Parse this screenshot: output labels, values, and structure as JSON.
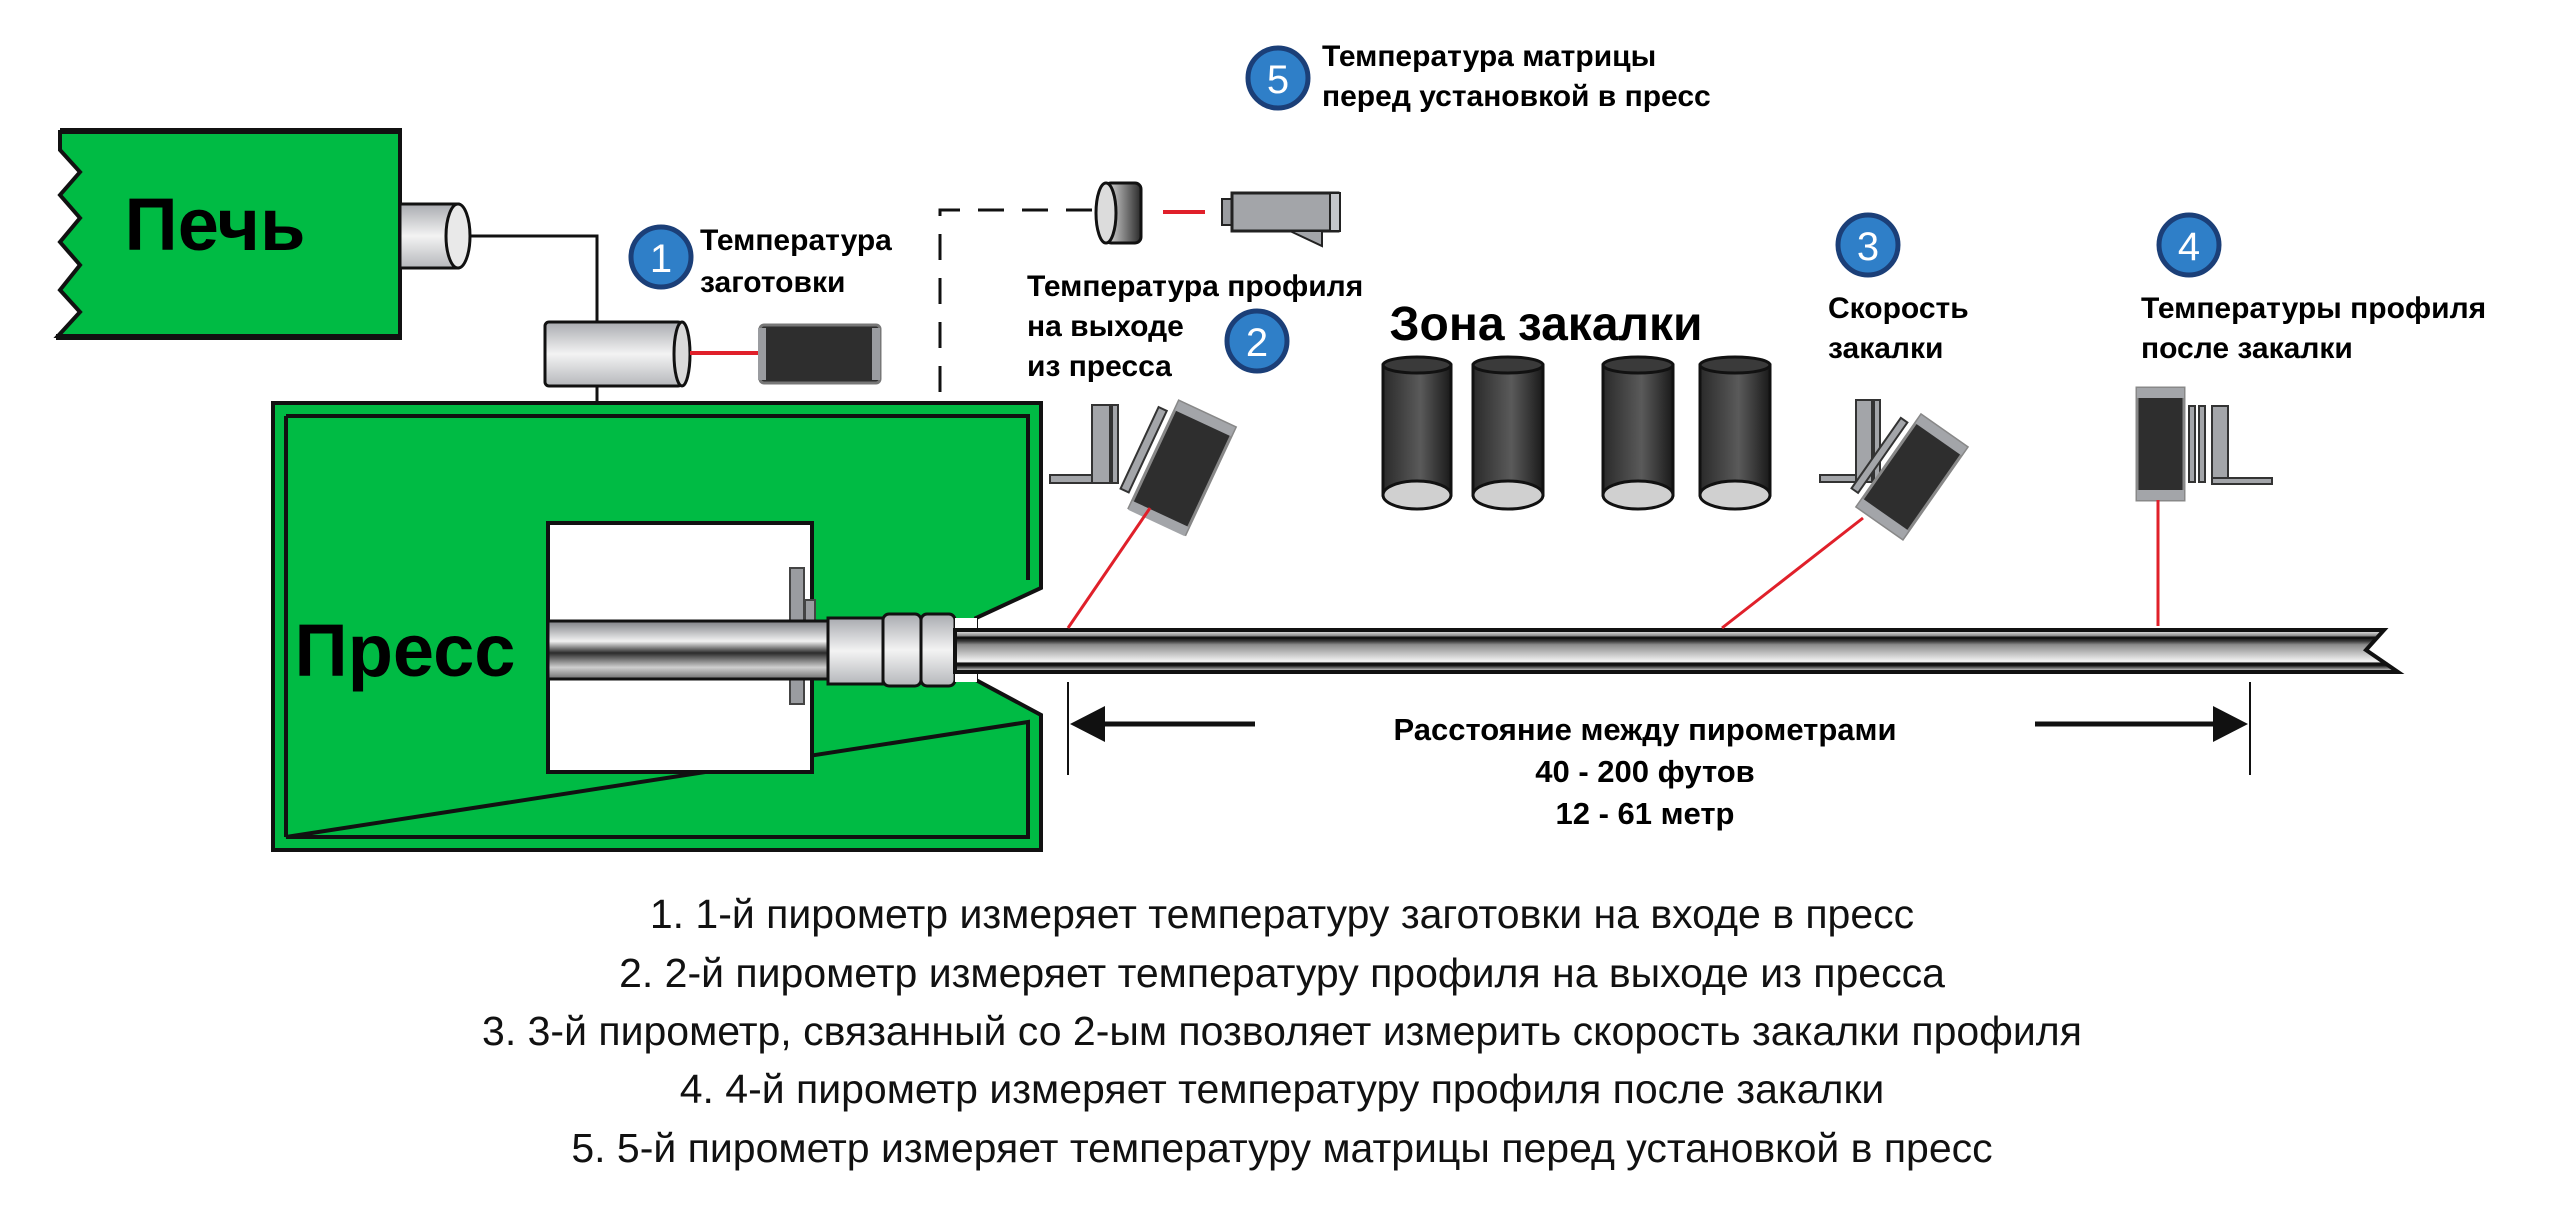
{
  "colors": {
    "machine_green": "#00bb44",
    "badge_blue": "#2f7fc8",
    "badge_border": "#1b3f78",
    "laser_red": "#e0202a",
    "sensor_dark": "#2e2e2e",
    "metal_grey": "#9a9ca0"
  },
  "furnace": {
    "label": "Печь"
  },
  "press": {
    "label": "Пресс"
  },
  "quench_zone": {
    "label": "Зона закалки"
  },
  "callouts": [
    {
      "number": "1",
      "lines": [
        "Температура",
        "заготовки"
      ]
    },
    {
      "number": "2",
      "lines": [
        "Температура профиля",
        "на выходе",
        "из пресса"
      ]
    },
    {
      "number": "3",
      "lines": [
        "Скорость",
        "закалки"
      ]
    },
    {
      "number": "4",
      "lines": [
        "Температуры профиля",
        "после закалки"
      ]
    },
    {
      "number": "5",
      "lines": [
        "Температура матрицы",
        "перед установкой в пресс"
      ]
    }
  ],
  "distance": {
    "lines": [
      "Расстояние между пирометрами",
      "40 - 200 футов",
      "12 - 61 метр"
    ]
  },
  "legend": [
    "1. 1-й пирометр измеряет температуру заготовки на входе в пресс",
    "2. 2-й пирометр измеряет температуру профиля на выходе из пресса",
    "3. 3-й пирометр, связанный со 2-ым позволяет измерить скорость закалки профиля",
    "4. 4-й пирометр измеряет температуру профиля после закалки",
    "5. 5-й пирометр измеряет температуру матрицы перед установкой в пресс"
  ]
}
